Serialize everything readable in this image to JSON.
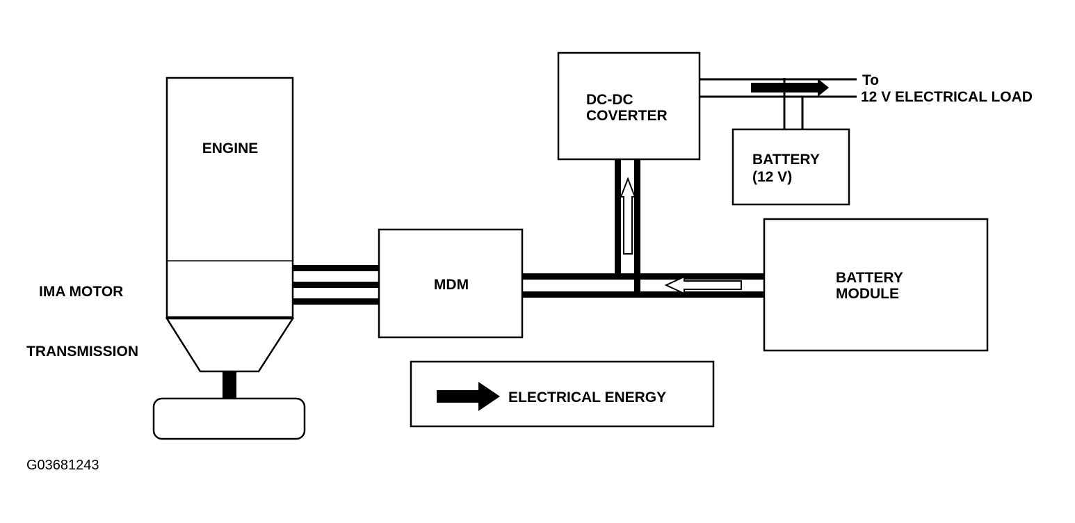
{
  "labels": {
    "engine": "ENGINE",
    "ima_motor": "IMA MOTOR",
    "transmission": "TRANSMISSION",
    "mdm": "MDM",
    "dcdc_line1": "DC-DC",
    "dcdc_line2": "COVERTER",
    "battery12_line1": "BATTERY",
    "battery12_line2": "(12 V)",
    "battery_module_line1": "BATTERY",
    "battery_module_line2": "MODULE",
    "load_line1": "To",
    "load_line2": "12 V ELECTRICAL LOAD",
    "figure_id": "G03681243"
  },
  "legend": {
    "label": "ELECTRICAL ENERGY"
  },
  "icons": {
    "energy_arrow": "arrow-icon"
  },
  "colors": {
    "line": "#000000",
    "background": "#ffffff"
  }
}
